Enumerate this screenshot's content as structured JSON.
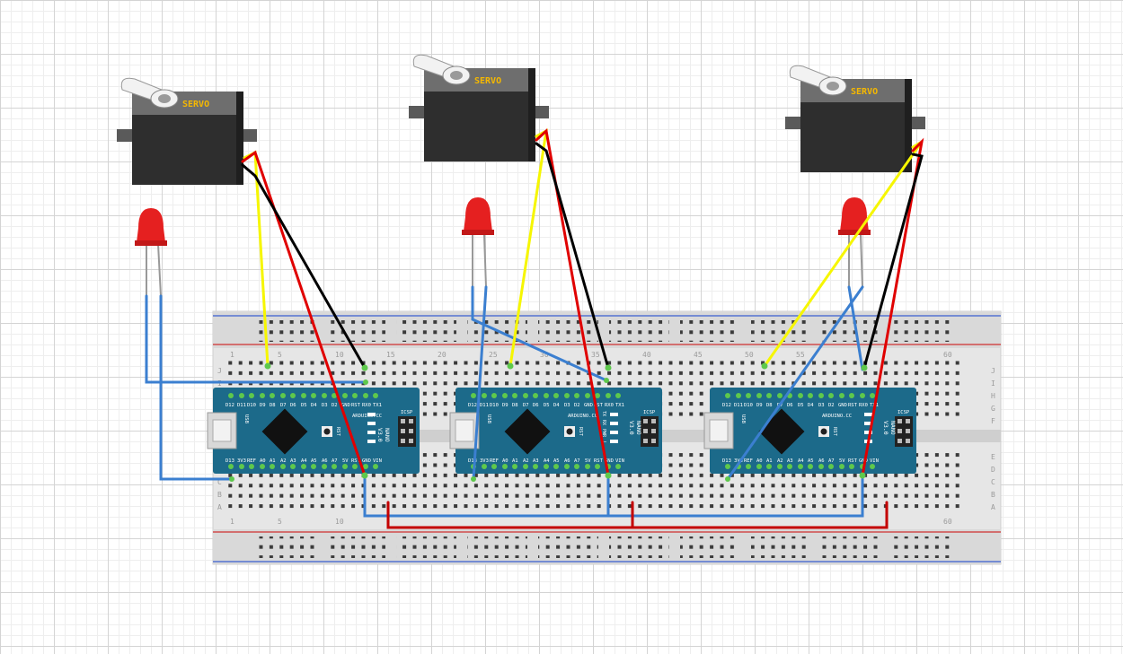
{
  "servo": {
    "label": "SERVO"
  },
  "nano": {
    "top_pins": [
      "D12",
      "D11",
      "D10",
      "D9",
      "D8",
      "D7",
      "D6",
      "D5",
      "D4",
      "D3",
      "D2",
      "GND",
      "RST",
      "RX0",
      "TX1"
    ],
    "bottom_pins": [
      "D13",
      "3V3",
      "REF",
      "A0",
      "A1",
      "A2",
      "A3",
      "A4",
      "A5",
      "A6",
      "A7",
      "5V",
      "RST",
      "GND",
      "VIN"
    ],
    "brand": "ARDUINO.CC",
    "name": "NANO",
    "version": "V3.0",
    "icsp": "ICSP",
    "rst": "RST",
    "usb": "USB",
    "led_labels": [
      "TX",
      "RX",
      "PWR",
      "L"
    ]
  },
  "breadboard": {
    "column_numbers": [
      "1",
      "5",
      "10",
      "15",
      "20",
      "25",
      "30",
      "35",
      "40",
      "45",
      "50",
      "55",
      "60"
    ],
    "row_letters_top": [
      "J",
      "I",
      "H",
      "G",
      "F"
    ],
    "row_letters_bottom": [
      "E",
      "D",
      "C",
      "B",
      "A"
    ]
  },
  "colors": {
    "signal": "#f6f600",
    "power": "#e00000",
    "ground": "#000000",
    "blue_wire": "#3b7fd0",
    "rail_wire": "#c40000",
    "nano_board": "#1c6a8a",
    "servo_body": "#2e2e2e",
    "servo_label": "#f5b800",
    "led": "#e52020"
  }
}
